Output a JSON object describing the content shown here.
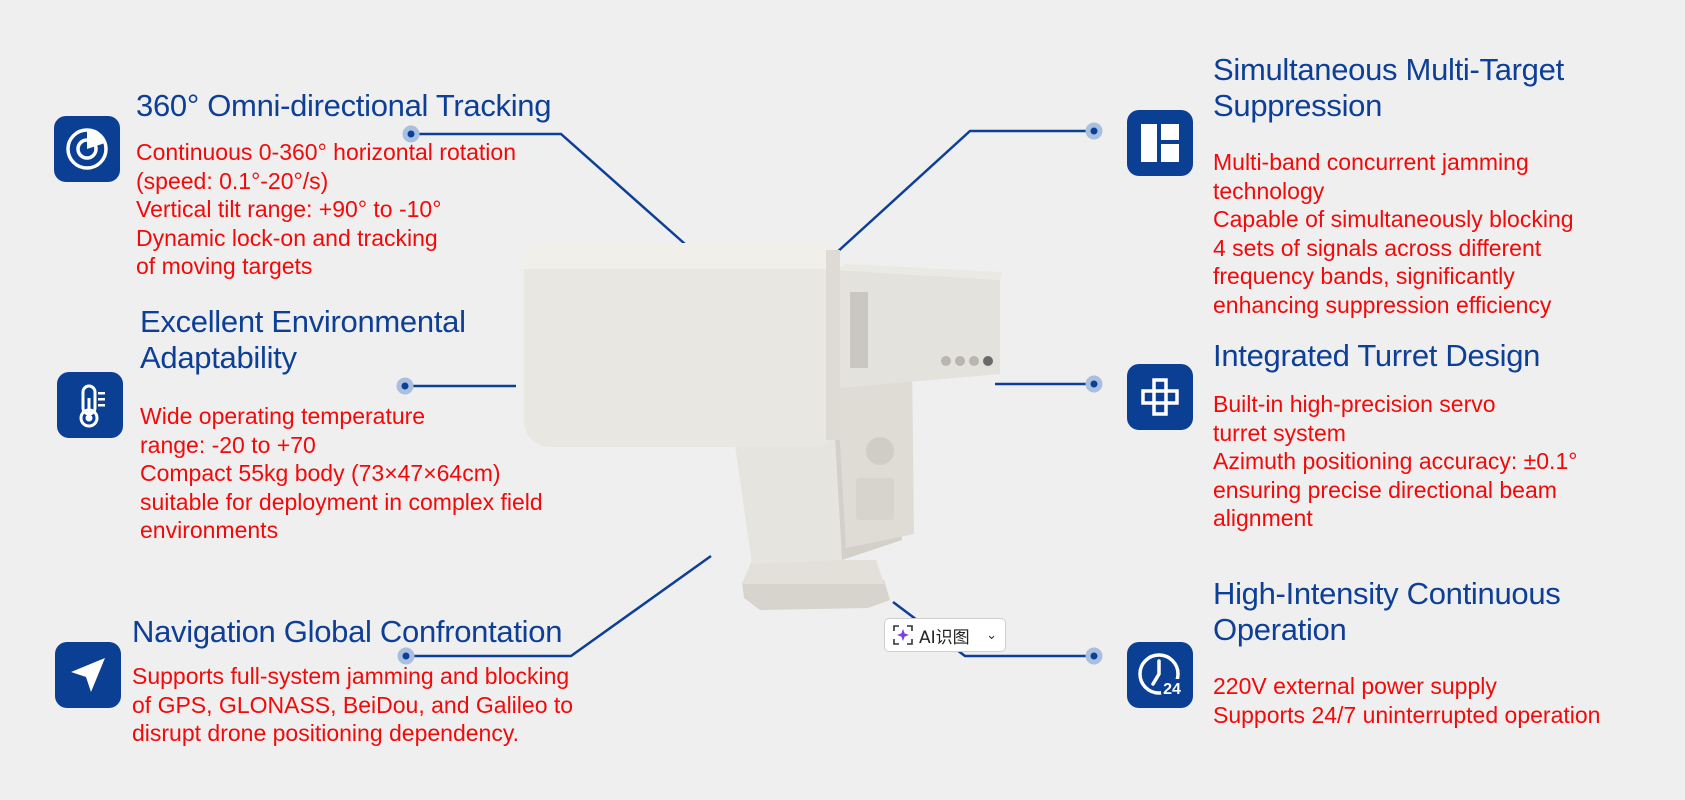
{
  "features": {
    "tracking": {
      "title": "360° Omni-directional Tracking",
      "desc": [
        "Continuous 0-360° horizontal rotation",
        "(speed: 0.1°-20°/s)",
        "Vertical tilt range: +90° to -10°",
        "Dynamic lock-on and tracking",
        "of moving targets"
      ],
      "icon": "rotation-gauge-icon"
    },
    "environment": {
      "title": [
        "Excellent Environmental",
        "Adaptability"
      ],
      "desc": [
        "Wide operating temperature",
        "range: -20 to +70",
        "Compact 55kg body (73×47×64cm)",
        "suitable for deployment in complex field",
        "environments"
      ],
      "icon": "thermometer-icon"
    },
    "navigation": {
      "title": "Navigation Global Confrontation",
      "desc": [
        "Supports full-system jamming and blocking",
        "of GPS, GLONASS, BeiDou, and Galileo to",
        "disrupt drone positioning dependency."
      ],
      "icon": "navigation-arrow-icon"
    },
    "suppression": {
      "title": [
        "Simultaneous Multi-Target",
        "Suppression"
      ],
      "desc": [
        "Multi-band concurrent jamming",
        "technology",
        "Capable of simultaneously blocking",
        "4 sets of signals across different",
        "frequency bands, significantly",
        "enhancing suppression efficiency"
      ],
      "icon": "grid-layout-icon"
    },
    "turret": {
      "title": "Integrated Turret Design",
      "desc": [
        "Built-in high-precision servo",
        "turret system",
        "Azimuth positioning accuracy: ±0.1°",
        "ensuring precise directional beam",
        "alignment"
      ],
      "icon": "cross-knot-icon"
    },
    "operation": {
      "title": [
        "High-Intensity Continuous",
        "Operation"
      ],
      "desc": [
        "220V external power supply",
        "Supports 24/7 uninterrupted operation"
      ],
      "icon": "clock-24-icon"
    }
  },
  "ai_button": {
    "label": "AI识图"
  },
  "colors": {
    "title": "#0d3f96",
    "desc": "#f20a0a",
    "icon_bg": "#0a3f94",
    "background": "#efefef"
  }
}
